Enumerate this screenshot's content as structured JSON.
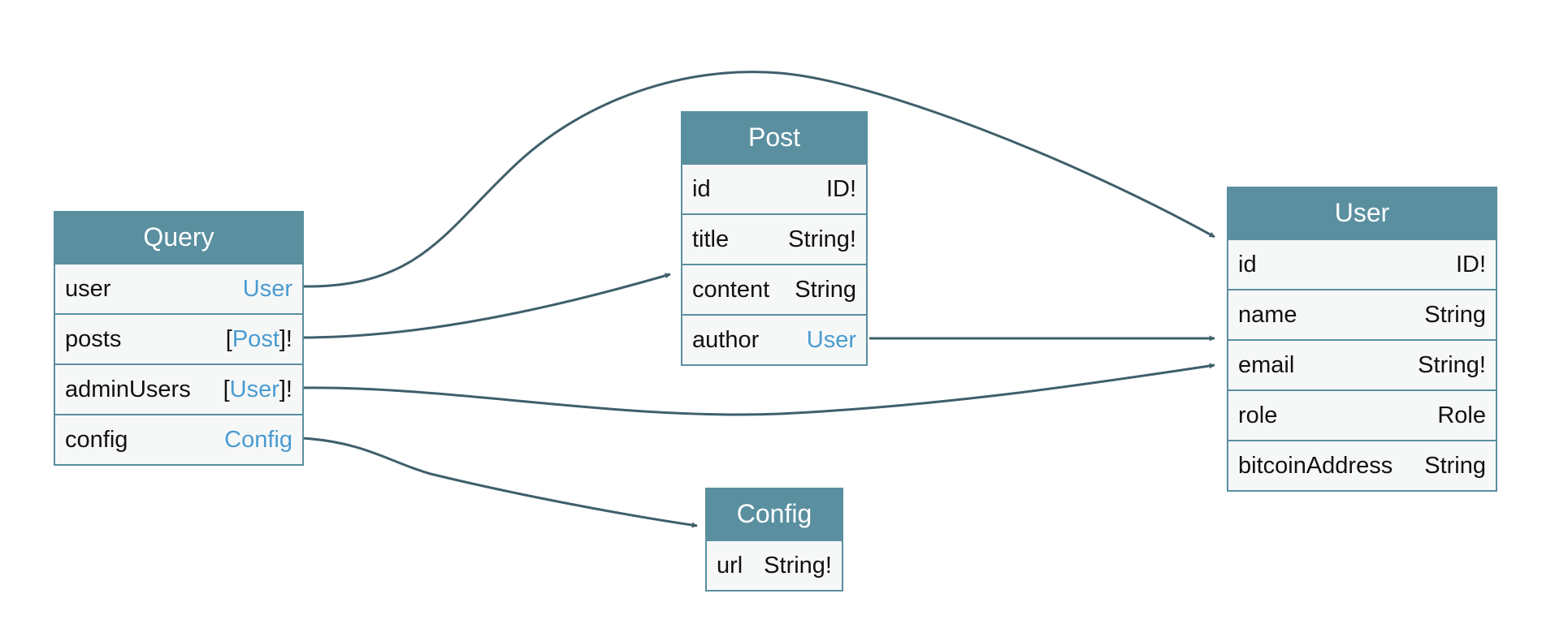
{
  "accent_color": "#5a8fa0",
  "link_color": "#4a9bd1",
  "edge_color": "#3f5f6a",
  "nodes": {
    "query": {
      "title": "Query",
      "fields": [
        {
          "name": "user",
          "pre": "",
          "type": "User",
          "post": "",
          "is_link": true
        },
        {
          "name": "posts",
          "pre": "[",
          "type": "Post",
          "post": "]!",
          "is_link": true
        },
        {
          "name": "adminUsers",
          "pre": "[",
          "type": "User",
          "post": "]!",
          "is_link": true
        },
        {
          "name": "config",
          "pre": "",
          "type": "Config",
          "post": "",
          "is_link": true
        }
      ]
    },
    "post": {
      "title": "Post",
      "fields": [
        {
          "name": "id",
          "pre": "",
          "type": "ID!",
          "post": "",
          "is_link": false
        },
        {
          "name": "title",
          "pre": "",
          "type": "String!",
          "post": "",
          "is_link": false
        },
        {
          "name": "content",
          "pre": "",
          "type": "String",
          "post": "",
          "is_link": false
        },
        {
          "name": "author",
          "pre": "",
          "type": "User",
          "post": "",
          "is_link": true
        }
      ]
    },
    "user": {
      "title": "User",
      "fields": [
        {
          "name": "id",
          "pre": "",
          "type": "ID!",
          "post": "",
          "is_link": false
        },
        {
          "name": "name",
          "pre": "",
          "type": "String",
          "post": "",
          "is_link": false
        },
        {
          "name": "email",
          "pre": "",
          "type": "String!",
          "post": "",
          "is_link": false
        },
        {
          "name": "role",
          "pre": "",
          "type": "Role",
          "post": "",
          "is_link": false
        },
        {
          "name": "bitcoinAddress",
          "pre": "",
          "type": "String",
          "post": "",
          "is_link": false
        }
      ]
    },
    "config": {
      "title": "Config",
      "fields": [
        {
          "name": "url",
          "pre": "",
          "type": "String!",
          "post": "",
          "is_link": false
        }
      ]
    }
  },
  "edges": [
    {
      "from": "query.user",
      "to": "user"
    },
    {
      "from": "query.posts",
      "to": "post"
    },
    {
      "from": "query.adminUsers",
      "to": "user"
    },
    {
      "from": "query.config",
      "to": "config"
    },
    {
      "from": "post.author",
      "to": "user"
    }
  ]
}
